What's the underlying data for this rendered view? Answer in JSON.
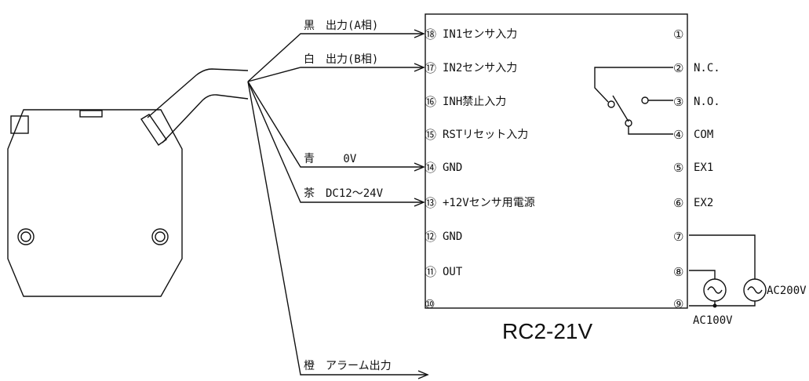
{
  "model": "RC2-21V",
  "wires": [
    {
      "label": "黒　出力(A相)"
    },
    {
      "label": "白　出力(B相)"
    },
    {
      "label": "青　　 0V"
    },
    {
      "label": "茶　DC12～24V"
    },
    {
      "label": "橙　アラーム出力"
    }
  ],
  "left_pins": [
    {
      "num": "⑱",
      "label": "IN1センサ入力"
    },
    {
      "num": "⑰",
      "label": "IN2センサ入力"
    },
    {
      "num": "⑯",
      "label": "INH禁止入力"
    },
    {
      "num": "⑮",
      "label": "RSTリセット入力"
    },
    {
      "num": "⑭",
      "label": "GND"
    },
    {
      "num": "⑬",
      "label": "+12Vセンサ用電源"
    },
    {
      "num": "⑫",
      "label": "GND"
    },
    {
      "num": "⑪",
      "label": "OUT"
    },
    {
      "num": "⑩",
      "label": ""
    }
  ],
  "right_pins": [
    {
      "num": "①",
      "label": ""
    },
    {
      "num": "②",
      "label": "N.C."
    },
    {
      "num": "③",
      "label": "N.O."
    },
    {
      "num": "④",
      "label": "COM"
    },
    {
      "num": "⑤",
      "label": "EX1"
    },
    {
      "num": "⑥",
      "label": "EX2"
    },
    {
      "num": "⑦",
      "label": ""
    },
    {
      "num": "⑧",
      "label": ""
    },
    {
      "num": "⑨",
      "label": ""
    }
  ],
  "power": {
    "ac200": "AC200V",
    "ac100": "AC100V"
  }
}
